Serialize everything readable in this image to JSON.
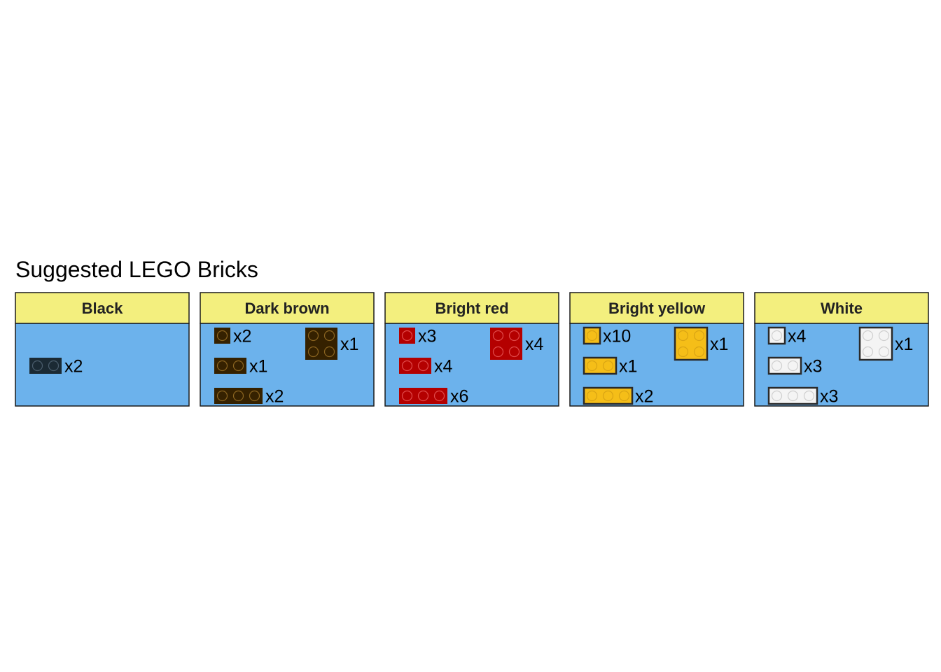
{
  "chart_data": {
    "type": "table",
    "title": "Suggested LEGO Bricks",
    "colors": {
      "header_bg": "#F3EF7E",
      "panel_bg": "#6CB2EC",
      "border": "#1a1a1a"
    },
    "panels": [
      {
        "name": "Black",
        "fill": "#1B2A34",
        "bricks": [
          {
            "width": 2,
            "depth": 1,
            "count": "x2"
          }
        ]
      },
      {
        "name": "Dark brown",
        "fill": "#352100",
        "bricks": [
          {
            "width": 1,
            "depth": 1,
            "count": "x2"
          },
          {
            "width": 2,
            "depth": 1,
            "count": "x1"
          },
          {
            "width": 3,
            "depth": 1,
            "count": "x2"
          },
          {
            "width": 2,
            "depth": 2,
            "count": "x1"
          }
        ]
      },
      {
        "name": "Bright red",
        "fill": "#B40000",
        "bricks": [
          {
            "width": 1,
            "depth": 1,
            "count": "x3"
          },
          {
            "width": 2,
            "depth": 1,
            "count": "x4"
          },
          {
            "width": 3,
            "depth": 1,
            "count": "x6"
          },
          {
            "width": 2,
            "depth": 2,
            "count": "x4"
          }
        ]
      },
      {
        "name": "Bright yellow",
        "fill": "#F5BE18",
        "bricks": [
          {
            "width": 1,
            "depth": 1,
            "count": "x10"
          },
          {
            "width": 2,
            "depth": 1,
            "count": "x1"
          },
          {
            "width": 3,
            "depth": 1,
            "count": "x2"
          },
          {
            "width": 2,
            "depth": 2,
            "count": "x1"
          }
        ]
      },
      {
        "name": "White",
        "fill": "#F4F4F4",
        "bricks": [
          {
            "width": 1,
            "depth": 1,
            "count": "x4"
          },
          {
            "width": 2,
            "depth": 1,
            "count": "x3"
          },
          {
            "width": 3,
            "depth": 1,
            "count": "x3"
          },
          {
            "width": 2,
            "depth": 2,
            "count": "x1"
          }
        ]
      }
    ]
  }
}
